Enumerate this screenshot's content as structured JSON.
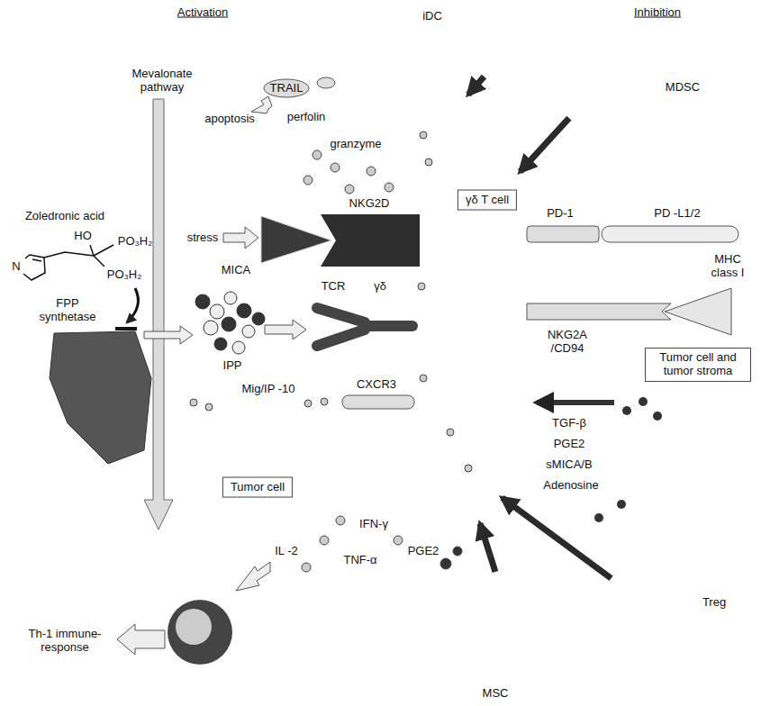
{
  "diagram": {
    "nodes": [
      {
        "text": [
          "Tumor cell"
        ]
      },
      {
        "text": [
          "iDC"
        ]
      },
      {
        "text": [
          "γδ T cell"
        ]
      },
      {
        "text": [
          "MDSC"
        ]
      },
      {
        "text": [
          "Tumor cell and tumor stroma"
        ]
      },
      {
        "text": [
          "MSC"
        ]
      },
      {
        "text": [
          "Treg"
        ]
      }
    ],
    "edges": [
      {
        "from": 1,
        "to": 2,
        "arrow": "to"
      },
      {
        "from": 3,
        "to": 2,
        "arrow": "to"
      },
      {
        "from": 6,
        "to": 2,
        "arrow": "to"
      },
      {
        "from": 5,
        "to": 2,
        "arrow": "to"
      }
    ],
    "labels": [
      "Activation",
      "Inhibition",
      "Mevalonate pathway",
      "TRAIL",
      "apoptosis",
      "perfolin",
      "granzyme",
      "stress",
      "MICA",
      "NKG2D",
      "PD-1",
      "PD -L1/2",
      "MHC class I",
      "NKG2A /CD94",
      "Zoledronic acid",
      "HO",
      "PO₃H₂",
      "PO₃H₂",
      "N",
      "FPP synthetase",
      "IPP",
      "TCR",
      "γδ",
      "Mig/IP -10",
      "CXCR3",
      "TGF-β",
      "PGE2",
      "sMICA/B",
      "Adenosine",
      "IFN-γ",
      "IL -2",
      "TNF-α",
      "PGE2",
      "Th-1 immune-response"
    ]
  }
}
